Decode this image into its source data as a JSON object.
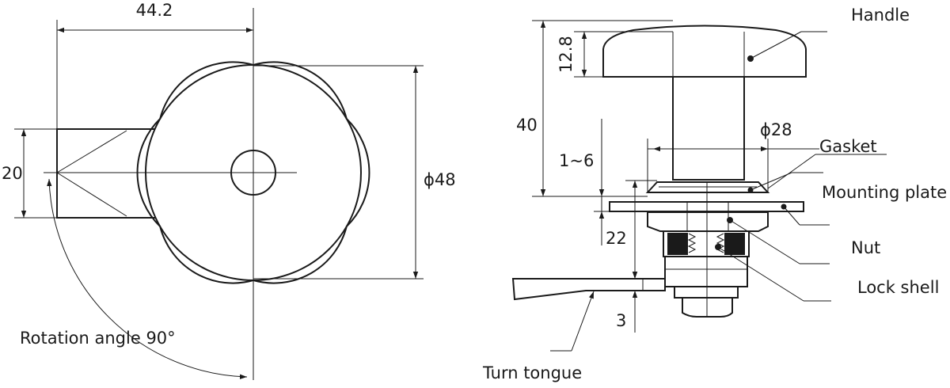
{
  "left_view": {
    "dim_width": "44.2",
    "dim_height": "20",
    "dim_diameter": "ϕ48",
    "rotation_label": "Rotation angle 90°"
  },
  "right_view": {
    "dim_handle_height": "12.8",
    "dim_total_height": "40",
    "dim_grip_range": "1~6",
    "dim_body_diameter": "ϕ28",
    "dim_body_length": "22",
    "dim_tongue_thickness": "3"
  },
  "callouts": {
    "handle": "Handle",
    "gasket": "Gasket",
    "mounting_plate": "Mounting plate",
    "nut": "Nut",
    "lock_shell": "Lock shell",
    "turn_tongue": "Turn tongue"
  }
}
